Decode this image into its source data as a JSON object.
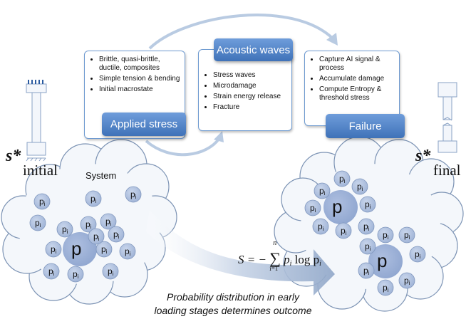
{
  "stages": [
    {
      "title": "Applied stress",
      "items": [
        "Brittle, quasi-brittle, ductile, composites",
        "Simple tension & bending",
        "Initial macrostate"
      ]
    },
    {
      "title": "Acoustic waves",
      "items": [
        "Stress waves",
        "Microdamage",
        "Strain energy release",
        "Fracture"
      ]
    },
    {
      "title": "Failure",
      "items": [
        "Capture AI signal  & process",
        "Accumulate damage",
        "Compute Entropy & threshold stress"
      ]
    }
  ],
  "labels": {
    "s_star": "s*",
    "initial": "initial",
    "final": "final",
    "system": "System",
    "p_small": "p",
    "p_sub": "i",
    "p_large": "p"
  },
  "equation": {
    "lhs": "S = −",
    "sum": "∑",
    "upper": "n",
    "lower": "i=1",
    "term": "p",
    "sub": "i",
    "log": " log p",
    "sub2": "i"
  },
  "caption": {
    "line1": "Probability distribution in early",
    "line2": "loading stages determines outcome"
  }
}
